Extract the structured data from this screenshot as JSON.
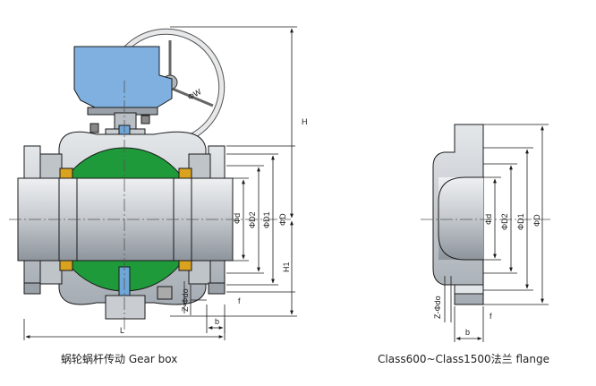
{
  "colors": {
    "steel": "#c9cdd2",
    "steel_dark": "#9aa1a8",
    "ball": "#1f9a3a",
    "gearbox": "#7fb0df",
    "seat": "#d9a21f",
    "line": "#1a1a1a"
  },
  "labels": {
    "phi_w": "ΦW",
    "h": "H",
    "h1": "H1",
    "l": "L",
    "phi_d": "Φd",
    "phi_d2": "ΦD2",
    "phi_d1": "ΦD1",
    "phi_dd": "ΦD",
    "z_phi_do": "Z-Φdo",
    "f": "f",
    "b": "b"
  },
  "captions": {
    "left": "蜗轮蜗杆传动 Gear box",
    "right": "Class600~Class1500法兰 flange"
  }
}
